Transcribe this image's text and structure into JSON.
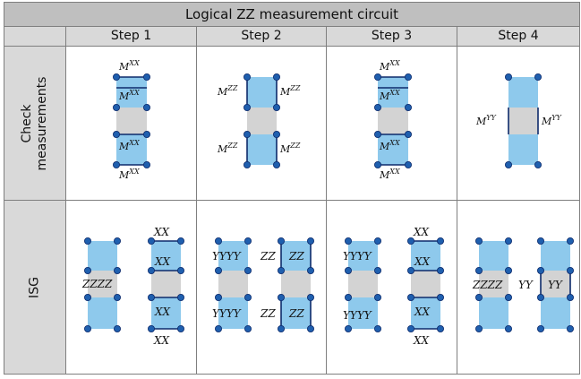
{
  "title": "Logical ZZ measurement circuit",
  "columns": [
    "Step 1",
    "Step 2",
    "Step 3",
    "Step 4"
  ],
  "rows": {
    "check": [
      "Check",
      "measurements"
    ],
    "isg": "ISG"
  },
  "check_labels": {
    "step1": {
      "top": "M",
      "top_sup": "XX",
      "mid_top": "M",
      "mid_top_sup": "XX",
      "mid_bot": "M",
      "mid_bot_sup": "XX",
      "bot": "M",
      "bot_sup": "XX"
    },
    "step2": {
      "l1": "M",
      "l1_sup": "ZZ",
      "r1": "M",
      "r1_sup": "ZZ",
      "l2": "M",
      "l2_sup": "ZZ",
      "r2": "M",
      "r2_sup": "ZZ"
    },
    "step3": {
      "top": "M",
      "top_sup": "XX",
      "mid_top": "M",
      "mid_top_sup": "XX",
      "mid_bot": "M",
      "mid_bot_sup": "XX",
      "bot": "M",
      "bot_sup": "XX"
    },
    "step4": {
      "l": "M",
      "l_sup": "YY",
      "r": "M",
      "r_sup": "YY"
    }
  },
  "isg_labels": {
    "step1": {
      "zzzz": "ZZZZ",
      "xx_top": "XX",
      "xx_mid1": "XX",
      "xx_mid2": "XX",
      "xx_bot": "XX"
    },
    "step2": {
      "yyyy_top": "YYYY",
      "zz_l1": "ZZ",
      "zz_r1": "ZZ",
      "yyyy_bot": "YYYY",
      "zz_l2": "ZZ",
      "zz_r2": "ZZ"
    },
    "step3": {
      "yyyy_top": "YYYY",
      "yyyy_bot": "YYYY",
      "xx_top": "XX",
      "xx_mid1": "XX",
      "xx_mid2": "XX",
      "xx_bot": "XX"
    },
    "step4": {
      "zzzz": "ZZZZ",
      "yy_l": "YY",
      "yy_r": "YY"
    }
  },
  "colors": {
    "blue": "#8ec9ec",
    "gray": "#d3d3d3",
    "node": "#1f5fae",
    "edge": "#0d2a6b"
  }
}
